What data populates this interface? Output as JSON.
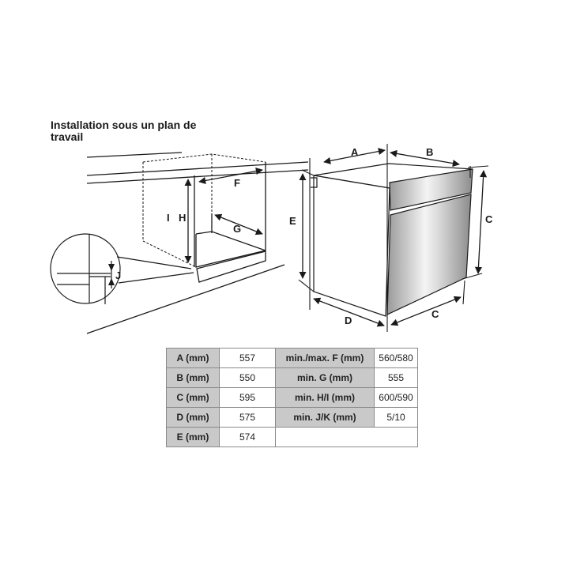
{
  "title": "Installation sous un plan de travail",
  "title_lines": [
    "Installation sous un plan de",
    "travail"
  ],
  "diagram": {
    "labels": {
      "A": "A",
      "B": "B",
      "C": "C",
      "D": "D",
      "E": "E",
      "F": "F",
      "G": "G",
      "H": "H",
      "I": "I",
      "J": "J"
    }
  },
  "table": {
    "rows": [
      {
        "k1": "A (mm)",
        "v1": "557",
        "k2": "min./max. F (mm)",
        "v2": "560/580"
      },
      {
        "k1": "B (mm)",
        "v1": "550",
        "k2": "min. G (mm)",
        "v2": "555"
      },
      {
        "k1": "C (mm)",
        "v1": "595",
        "k2": "min. H/I (mm)",
        "v2": "600/590"
      },
      {
        "k1": "D (mm)",
        "v1": "575",
        "k2": "min. J/K (mm)",
        "v2": "5/10"
      },
      {
        "k1": "E (mm)",
        "v1": "574",
        "k2": "",
        "v2": ""
      }
    ]
  },
  "colors": {
    "header_cell": "#c9c9c9",
    "border": "#8a8a8a",
    "line": "#1a1a1a"
  }
}
